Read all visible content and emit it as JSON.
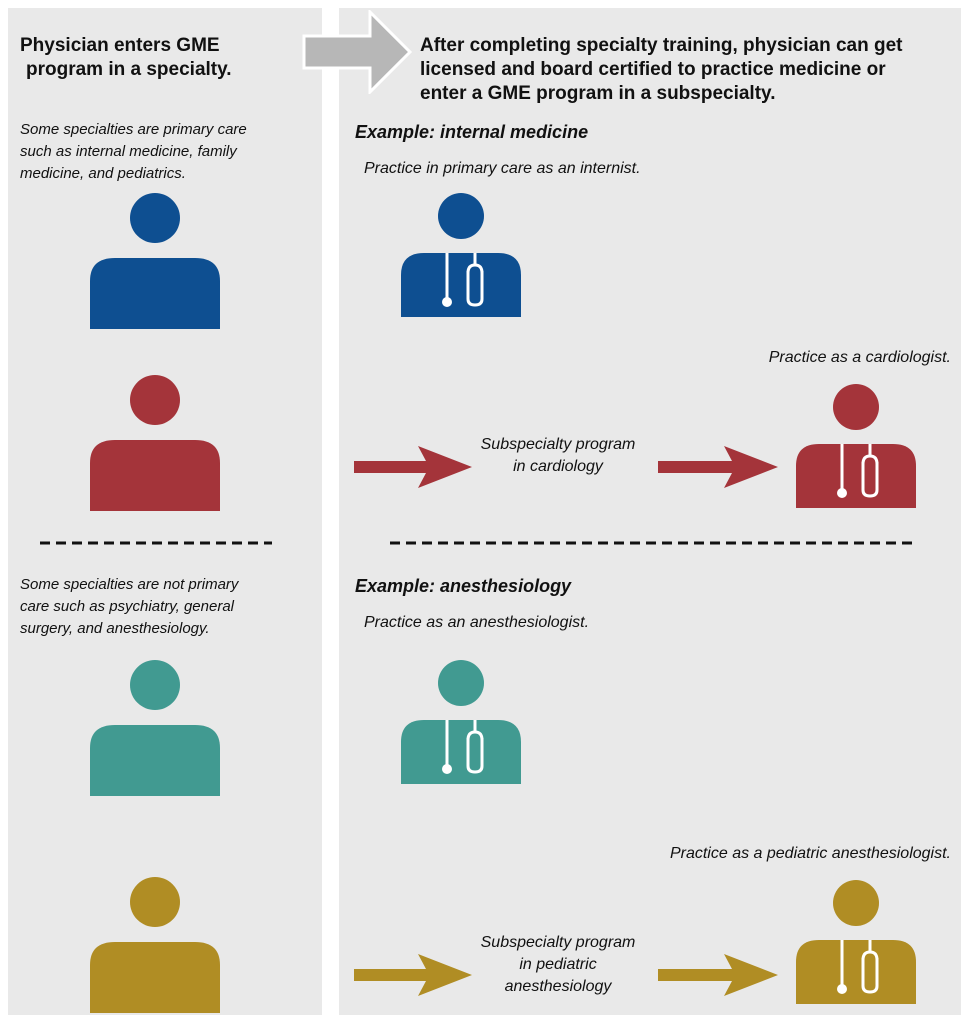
{
  "left": {
    "heading": "Physician enters GME program in a specialty.",
    "heading_line1": "Physician enters GME",
    "heading_line2": "program in a specialty.",
    "primary_note_lines": [
      "Some specialties are primary care",
      "such as internal medicine, family",
      "medicine, and pediatrics."
    ],
    "nonprimary_note_lines": [
      "Some specialties are not primary",
      "care such as psychiatry, general",
      "surgery, and anesthesiology."
    ]
  },
  "right": {
    "heading_lines": [
      "After completing specialty training, physician can get",
      "licensed and board certified to practice medicine or",
      "enter a GME program in a subspecialty."
    ],
    "example1": {
      "title": "Example: internal medicine",
      "direct_caption": "Practice in primary care as an internist.",
      "subspecialty_caption_lines": [
        "Subspecialty program",
        "in cardiology"
      ],
      "outcome_caption": "Practice as a cardiologist."
    },
    "example2": {
      "title": "Example: anesthesiology",
      "direct_caption": "Practice as an anesthesiologist.",
      "subspecialty_caption_lines": [
        "Subspecialty program",
        "in pediatric",
        "anesthesiology"
      ],
      "outcome_caption": "Practice as a pediatric anesthesiologist."
    }
  },
  "colors": {
    "blue": "#0e4f91",
    "red": "#a4343a",
    "teal": "#419a91",
    "gold": "#b08d24",
    "panel": "#e9e9e9",
    "gray_arrow": "#b7b7b7"
  },
  "icons": {
    "person": "person-icon",
    "doctor": "doctor-with-stethoscope-icon",
    "arrow": "right-arrow-icon"
  }
}
